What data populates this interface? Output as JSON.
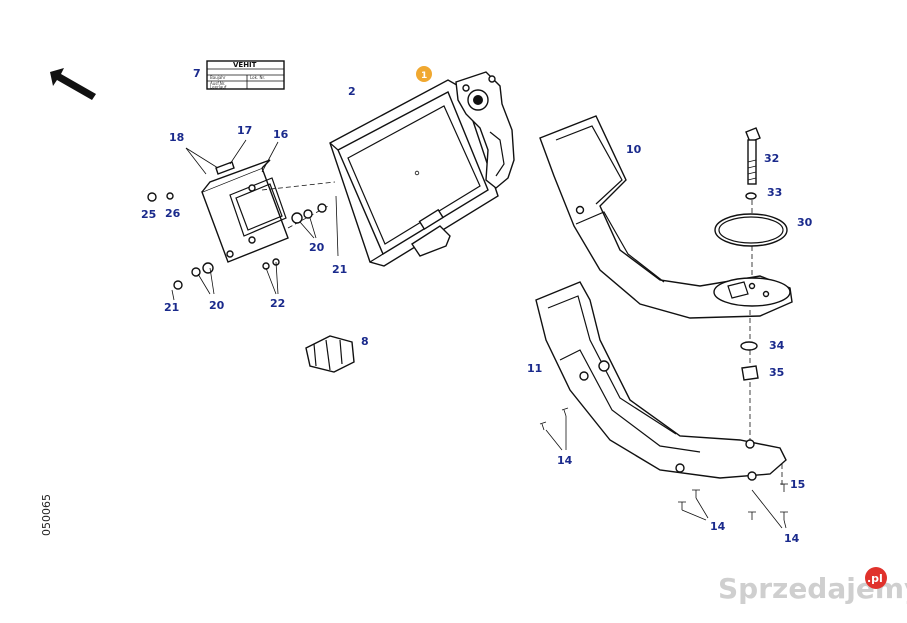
{
  "diagram": {
    "side_code": "050065",
    "badge": "1",
    "label_plate": {
      "logo": "VEHIT",
      "rows": [
        "Baujahr",
        "Ausf.Nr.",
        "Leerlauf"
      ],
      "right_col": "Lok. Nr."
    },
    "callouts": [
      "7",
      "2",
      "18",
      "17",
      "16",
      "25",
      "26",
      "20",
      "21",
      "21",
      "20",
      "22",
      "8",
      "10",
      "32",
      "33",
      "30",
      "11",
      "34",
      "35",
      "14",
      "15",
      "14",
      "14"
    ],
    "watermark": {
      "text": "Sprzedajemy",
      "suffix": ".pl"
    }
  }
}
